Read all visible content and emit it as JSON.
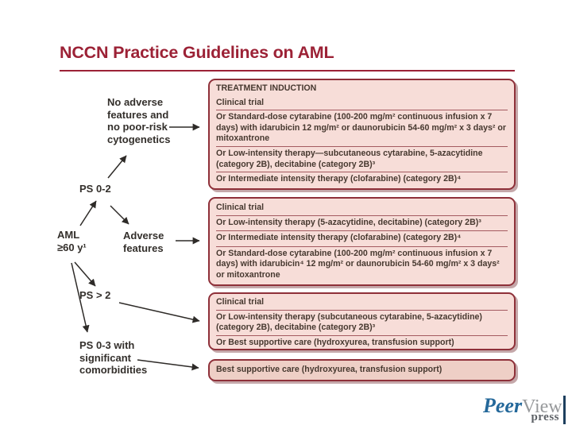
{
  "title": "NCCN Practice Guidelines on AML",
  "flow": {
    "no_adverse": {
      "lines": [
        "No adverse",
        "features and",
        "no poor-risk",
        "cytogenetics"
      ]
    },
    "ps02": "PS 0-2",
    "aml": {
      "lines": [
        "AML",
        "≥60 y¹"
      ]
    },
    "adverse": {
      "lines": [
        "Adverse",
        "features"
      ]
    },
    "ps_gt2": "PS > 2",
    "ps03": {
      "lines": [
        "PS 0-3 with",
        "significant",
        "comorbidities"
      ]
    }
  },
  "boxes": [
    {
      "rows": [
        "TREATMENT INDUCTION",
        "Clinical trial",
        "Or Standard-dose cytarabine (100-200 mg/m² continuous infusion x 7 days) with idarubicin 12 mg/m² or daunorubicin 54-60 mg/m² x 3 days² or mitoxantrone",
        "Or Low-intensity therapy—subcutaneous cytarabine, 5-azacytidine (category 2B), decitabine (category 2B)³",
        "Or Intermediate intensity therapy (clofarabine) (category 2B)⁴"
      ]
    },
    {
      "rows": [
        "Clinical trial",
        "Or Low-intensity therapy (5-azacytidine, decitabine) (category 2B)³",
        "Or Intermediate intensity therapy (clofarabine) (category 2B)⁴",
        "Or Standard-dose cytarabine (100-200 mg/m² continuous infusion x 7 days) with idarubicin⁴ 12 mg/m² or daunorubicin 54-60 mg/m² x 3 days² or mitoxantrone"
      ]
    },
    {
      "rows": [
        "Clinical trial",
        "Or Low-intensity therapy (subcutaneous cytarabine, 5-azacytidine) (category 2B), decitabine (category 2B)³",
        "Or Best supportive care (hydroxyurea, transfusion support)"
      ]
    },
    {
      "rows": [
        "Best supportive care (hydroxyurea, transfusion support)"
      ]
    }
  ],
  "logo": {
    "peer": "Peer",
    "view": "View",
    "press": "press"
  },
  "colors": {
    "accent": "#9c2236",
    "box_fill": "#f7ddd8",
    "box_fill_dark": "#eecfc6",
    "box_border": "#8e3039",
    "sep_color": "#a45a60",
    "text_dark": "#46382f",
    "flow_text": "#332f2b",
    "arrow": "#2e2b28",
    "logo_blue": "#24689a",
    "logo_gray": "#97999b",
    "logo_press": "#5d6166",
    "logo_bar": "#1d3f5e"
  }
}
